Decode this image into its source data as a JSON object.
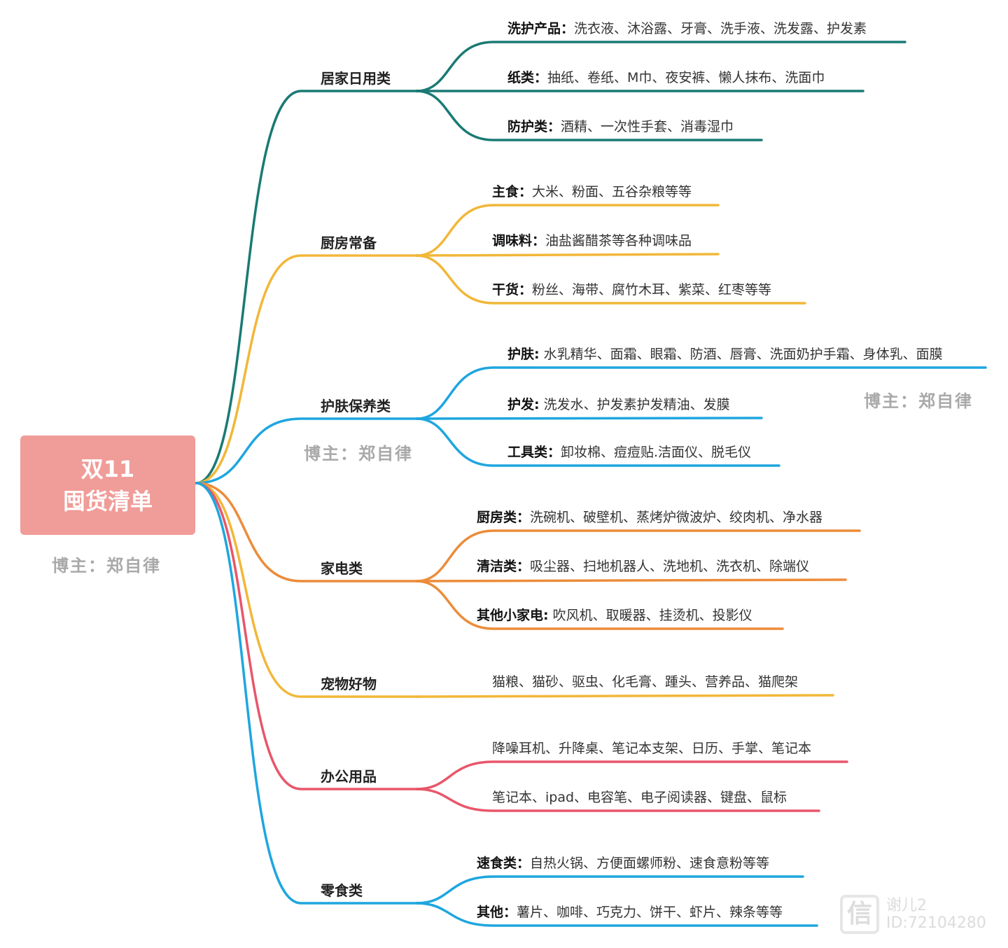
{
  "root": {
    "line1": "双11",
    "line2": "囤货清单",
    "color": "#f09c98"
  },
  "watermarks": [
    "博主：郑自律",
    "博主：郑自律",
    "博主：郑自律"
  ],
  "corner_watermark": {
    "icon": "头条-logo-icon",
    "name": "谢儿2",
    "id": "ID:72104280"
  },
  "branches": [
    {
      "label": "居家日用类",
      "color": "#1a7a74",
      "leaves": [
        {
          "key": "洗护产品：",
          "text": "洗衣液、沐浴露、牙膏、洗手液、洗发露、护发素"
        },
        {
          "key": "纸类：",
          "text": "抽纸、卷纸、M巾、夜安裤、懒人抹布、洗面巾"
        },
        {
          "key": "防护类：",
          "text": "酒精、一次性手套、消毒湿巾"
        }
      ]
    },
    {
      "label": "厨房常备",
      "color": "#f2b739",
      "leaves": [
        {
          "key": "主食：",
          "text": "大米、粉面、五谷杂粮等等"
        },
        {
          "key": "调味料：",
          "text": "油盐酱醋茶等各种调味品"
        },
        {
          "key": "干货：",
          "text": "粉丝、海带、腐竹木耳、紫菜、红枣等等"
        }
      ]
    },
    {
      "label": "护肤保养类",
      "color": "#1ea6df",
      "leaves": [
        {
          "key": "护肤:",
          "text": " 水乳精华、面霜、眼霜、防酒、唇膏、洗面奶护手霜、身体乳、面膜"
        },
        {
          "key": "护发:",
          "text": " 洗发水、护发素护发精油、发膜"
        },
        {
          "key": "工具类：",
          "text": "卸妆棉、痘痘贴.洁面仪、脱毛仪"
        }
      ]
    },
    {
      "label": "家电类",
      "color": "#ec8c3a",
      "leaves": [
        {
          "key": "厨房类：",
          "text": "洗碗机、破壁机、蒸烤炉微波炉、绞肉机、净水器"
        },
        {
          "key": "清洁类：",
          "text": "吸尘器、扫地机器人、洗地机、洗衣机、除端仪"
        },
        {
          "key": "其他小家电:",
          "text": " 吹风机、取暖器、挂烫机、投影仪"
        }
      ]
    },
    {
      "label": "宠物好物",
      "color": "#f2b739",
      "leaves": [
        {
          "key": "",
          "text": "猫粮、猫砂、驱虫、化毛膏、踵头、营养品、猫爬架"
        }
      ]
    },
    {
      "label": "办公用品",
      "color": "#e8566a",
      "leaves": [
        {
          "key": "",
          "text": "降噪耳机、升降桌、笔记本支架、日历、手掌、笔记本"
        },
        {
          "key": "",
          "text": "笔记本、ipad、电容笔、电子阅读器、键盘、鼠标"
        }
      ]
    },
    {
      "label": "零食类",
      "color": "#1ea6df",
      "leaves": [
        {
          "key": "速食类：",
          "text": "自热火锅、方便面螺师粉、速食意粉等等"
        },
        {
          "key": "其他：",
          "text": "薯片、咖啡、巧克力、饼干、虾片、辣条等等"
        }
      ]
    }
  ]
}
